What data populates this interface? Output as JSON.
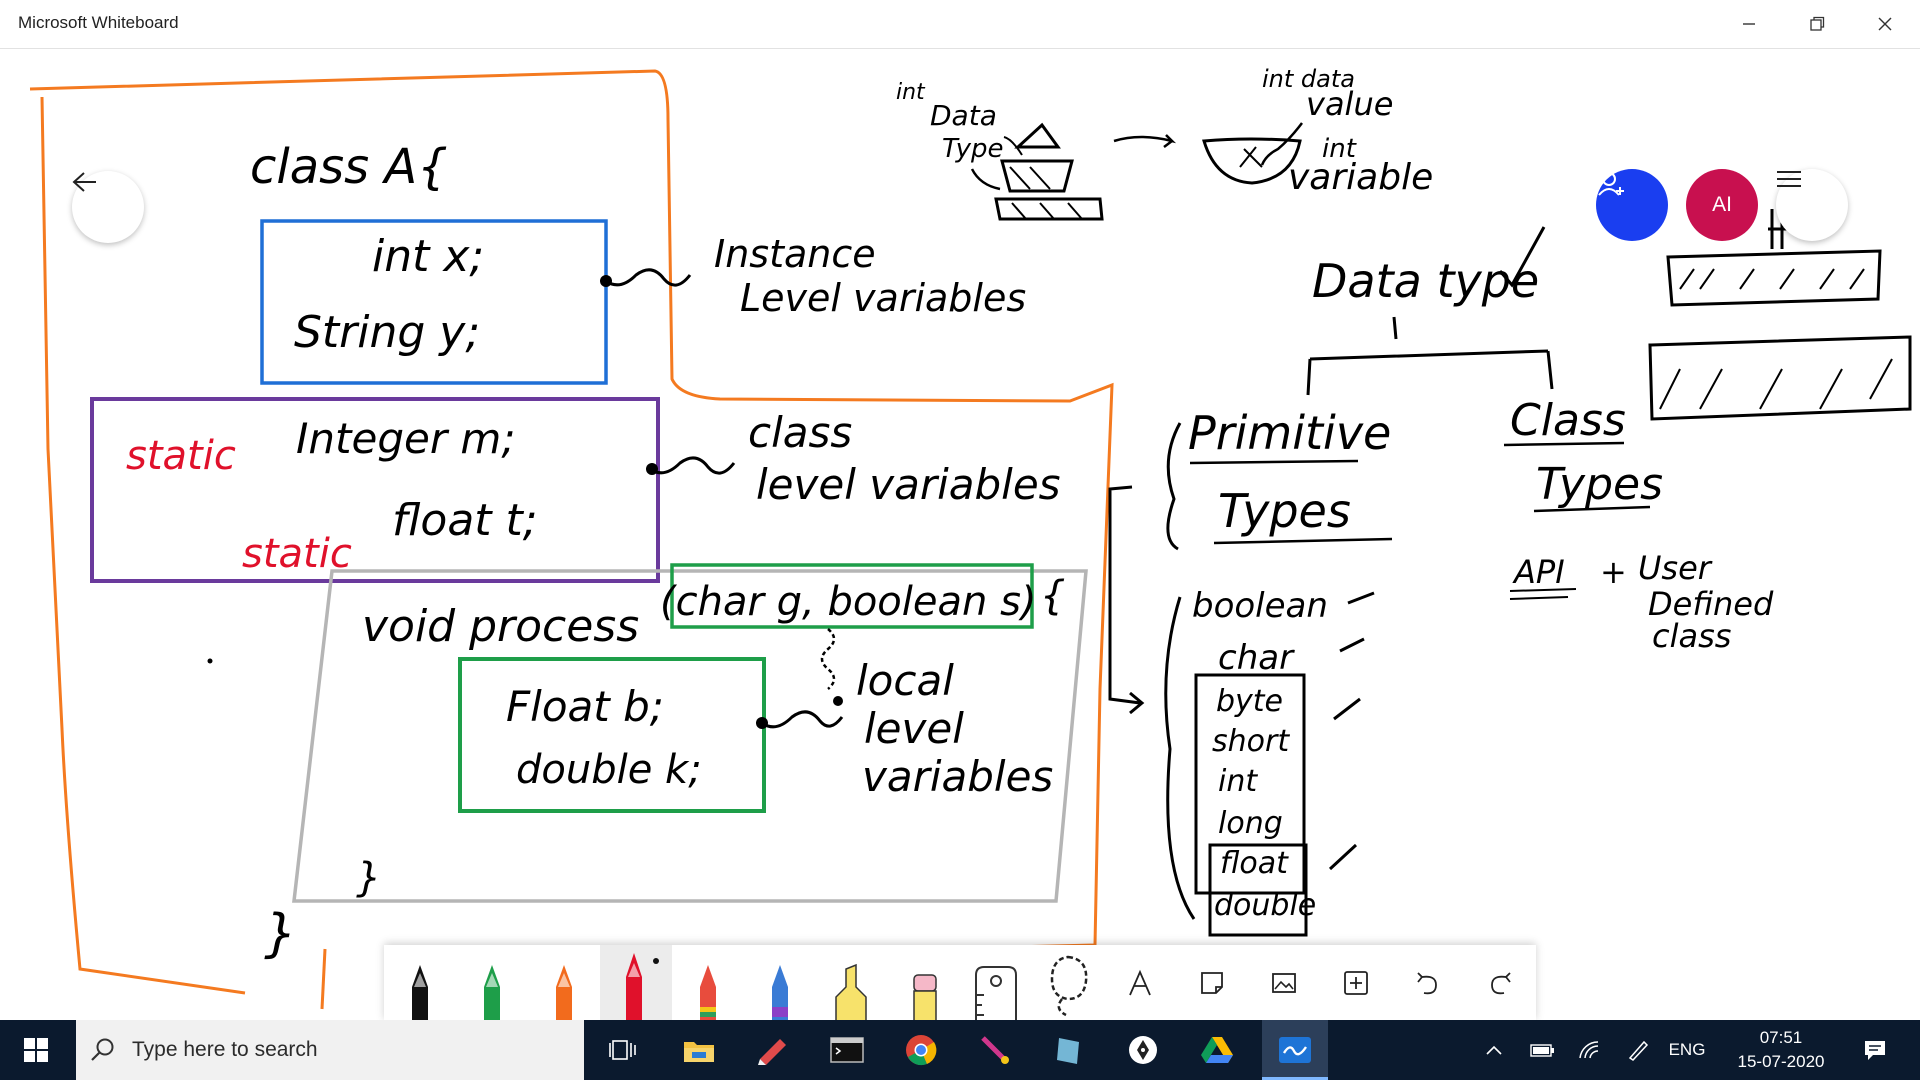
{
  "window": {
    "title": "Microsoft Whiteboard",
    "minimize_glyph": "—",
    "restore_glyph": "❐",
    "close_glyph": "✕"
  },
  "board": {
    "code": {
      "class_decl": "class  A{",
      "instance_line1": "int  x;",
      "instance_line2": "String  y;",
      "static_kw1": "static",
      "static_line1": "Integer  m;",
      "static_kw2": "static",
      "static_line2": "float  t;",
      "method_decl": "void  process",
      "method_params": "(char g, boolean s)",
      "method_open": "{",
      "local_line1": "Float  b;",
      "local_line2": "double  k;",
      "method_close": "}",
      "class_close": "}"
    },
    "annotations": {
      "instance_label_1": "Instance",
      "instance_label_2": "Level variables",
      "class_label_1": "class",
      "class_label_2": "level variables",
      "local_label_1": "local",
      "local_label_2": "level",
      "local_label_3": "variables"
    },
    "sketch": {
      "int_data_type_1": "int",
      "int_data_type_2": "Data",
      "int_data_type_3": "Type",
      "int_data_value_1": "int data",
      "int_data_value_2": "value",
      "int_variable_1": "int",
      "int_variable_2": "variable"
    },
    "tree": {
      "root": "Data type",
      "left_1": "Primitive",
      "left_2": "Types",
      "right_1": "Class",
      "right_2": "Types",
      "api_1": "API",
      "api_plus": "+",
      "api_2": "User",
      "api_3": "Defined",
      "api_4": "class",
      "primitives": [
        "boolean",
        "char",
        "byte",
        "short",
        "int",
        "long",
        "float",
        "double"
      ]
    }
  },
  "controls": {
    "avatar_initials": "AI"
  },
  "toolbar": {
    "tools": [
      {
        "name": "black-pen",
        "color": "#111111"
      },
      {
        "name": "green-pen",
        "color": "#1e9e49"
      },
      {
        "name": "orange-pen",
        "color": "#f26b1d"
      },
      {
        "name": "red-pen",
        "color": "#e0112b"
      },
      {
        "name": "rainbow-pen",
        "color": "#e84c3d"
      },
      {
        "name": "galaxy-pen",
        "color": "#3a7bd5"
      },
      {
        "name": "highlighter",
        "color": "#f7e26b"
      },
      {
        "name": "eraser",
        "color": "#f5b8c8"
      }
    ]
  },
  "taskbar": {
    "search_placeholder": "Type here to search",
    "language": "ENG",
    "time": "07:51",
    "date": "15-07-2020"
  }
}
